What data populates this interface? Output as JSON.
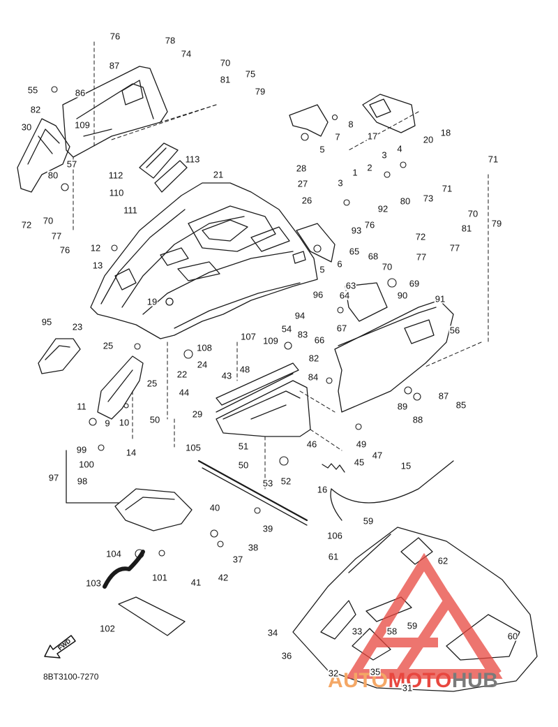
{
  "diagram": {
    "document_code": "8BT3100-7270",
    "forward_label": "FWD",
    "watermark": {
      "auto": "AUTO",
      "moto": "MOTO",
      "hub": "HUB",
      "colors": [
        "#f4a765",
        "#e8473f",
        "#7a7a7a"
      ]
    },
    "callouts": [
      {
        "n": "76"
      },
      {
        "n": "78"
      },
      {
        "n": "74"
      },
      {
        "n": "70"
      },
      {
        "n": "81"
      },
      {
        "n": "75"
      },
      {
        "n": "79"
      },
      {
        "n": "87"
      },
      {
        "n": "55"
      },
      {
        "n": "86"
      },
      {
        "n": "82"
      },
      {
        "n": "109"
      },
      {
        "n": "30"
      },
      {
        "n": "57"
      },
      {
        "n": "80"
      },
      {
        "n": "72"
      },
      {
        "n": "70"
      },
      {
        "n": "77"
      },
      {
        "n": "76"
      },
      {
        "n": "112"
      },
      {
        "n": "110"
      },
      {
        "n": "111"
      },
      {
        "n": "113"
      },
      {
        "n": "21"
      },
      {
        "n": "28"
      },
      {
        "n": "27"
      },
      {
        "n": "26"
      },
      {
        "n": "12"
      },
      {
        "n": "13"
      },
      {
        "n": "19"
      },
      {
        "n": "8"
      },
      {
        "n": "7"
      },
      {
        "n": "5"
      },
      {
        "n": "17"
      },
      {
        "n": "20"
      },
      {
        "n": "18"
      },
      {
        "n": "3"
      },
      {
        "n": "4"
      },
      {
        "n": "2"
      },
      {
        "n": "1"
      },
      {
        "n": "3"
      },
      {
        "n": "92"
      },
      {
        "n": "93"
      },
      {
        "n": "76"
      },
      {
        "n": "71"
      },
      {
        "n": "73"
      },
      {
        "n": "71"
      },
      {
        "n": "80"
      },
      {
        "n": "70"
      },
      {
        "n": "79"
      },
      {
        "n": "72"
      },
      {
        "n": "81"
      },
      {
        "n": "68"
      },
      {
        "n": "77"
      },
      {
        "n": "77"
      },
      {
        "n": "70"
      },
      {
        "n": "5"
      },
      {
        "n": "6"
      },
      {
        "n": "65"
      },
      {
        "n": "69"
      },
      {
        "n": "63"
      },
      {
        "n": "64"
      },
      {
        "n": "90"
      },
      {
        "n": "91"
      },
      {
        "n": "96"
      },
      {
        "n": "94"
      },
      {
        "n": "67"
      },
      {
        "n": "66"
      },
      {
        "n": "56"
      },
      {
        "n": "95"
      },
      {
        "n": "23"
      },
      {
        "n": "25"
      },
      {
        "n": "25"
      },
      {
        "n": "22"
      },
      {
        "n": "24"
      },
      {
        "n": "108"
      },
      {
        "n": "107"
      },
      {
        "n": "109"
      },
      {
        "n": "54"
      },
      {
        "n": "83"
      },
      {
        "n": "82"
      },
      {
        "n": "84"
      },
      {
        "n": "48"
      },
      {
        "n": "43"
      },
      {
        "n": "44"
      },
      {
        "n": "87"
      },
      {
        "n": "85"
      },
      {
        "n": "89"
      },
      {
        "n": "88"
      },
      {
        "n": "11"
      },
      {
        "n": "9"
      },
      {
        "n": "10"
      },
      {
        "n": "29"
      },
      {
        "n": "50"
      },
      {
        "n": "46"
      },
      {
        "n": "49"
      },
      {
        "n": "47"
      },
      {
        "n": "45"
      },
      {
        "n": "14"
      },
      {
        "n": "99"
      },
      {
        "n": "100"
      },
      {
        "n": "97"
      },
      {
        "n": "98"
      },
      {
        "n": "105"
      },
      {
        "n": "51"
      },
      {
        "n": "50"
      },
      {
        "n": "53"
      },
      {
        "n": "52"
      },
      {
        "n": "15"
      },
      {
        "n": "16"
      },
      {
        "n": "40"
      },
      {
        "n": "39"
      },
      {
        "n": "38"
      },
      {
        "n": "37"
      },
      {
        "n": "106"
      },
      {
        "n": "59"
      },
      {
        "n": "104"
      },
      {
        "n": "101"
      },
      {
        "n": "41"
      },
      {
        "n": "42"
      },
      {
        "n": "61"
      },
      {
        "n": "62"
      },
      {
        "n": "103"
      },
      {
        "n": "59"
      },
      {
        "n": "58"
      },
      {
        "n": "102"
      },
      {
        "n": "34"
      },
      {
        "n": "33"
      },
      {
        "n": "60"
      },
      {
        "n": "36"
      },
      {
        "n": "35"
      },
      {
        "n": "32"
      },
      {
        "n": "31"
      }
    ]
  }
}
